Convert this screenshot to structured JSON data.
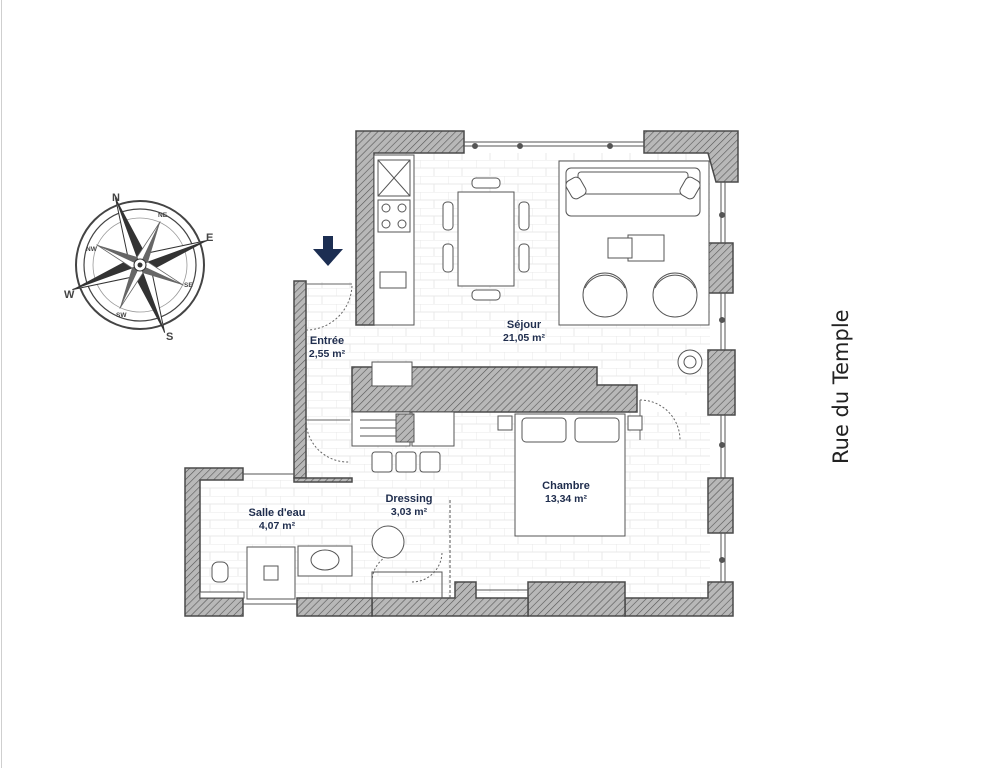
{
  "street": {
    "name": "Rue du Temple"
  },
  "rooms": [
    {
      "id": "sejour",
      "name": "Séjour",
      "area": "21,05 m²"
    },
    {
      "id": "entree",
      "name": "Entrée",
      "area": "2,55 m²"
    },
    {
      "id": "chambre",
      "name": "Chambre",
      "area": "13,34 m²"
    },
    {
      "id": "dressing",
      "name": "Dressing",
      "area": "3,03 m²"
    },
    {
      "id": "salle-eau",
      "name": "Salle d'eau",
      "area": "4,07 m²"
    }
  ],
  "compass": {
    "n": "N",
    "s": "S",
    "e": "E",
    "w": "W",
    "ne": "NE",
    "nw": "NW",
    "se": "SE",
    "sw": "SW"
  },
  "colors": {
    "wall": "#4a4a4a",
    "text": "#1f2d4d",
    "arrow": "#1c2e52",
    "hatch": "#909090"
  }
}
